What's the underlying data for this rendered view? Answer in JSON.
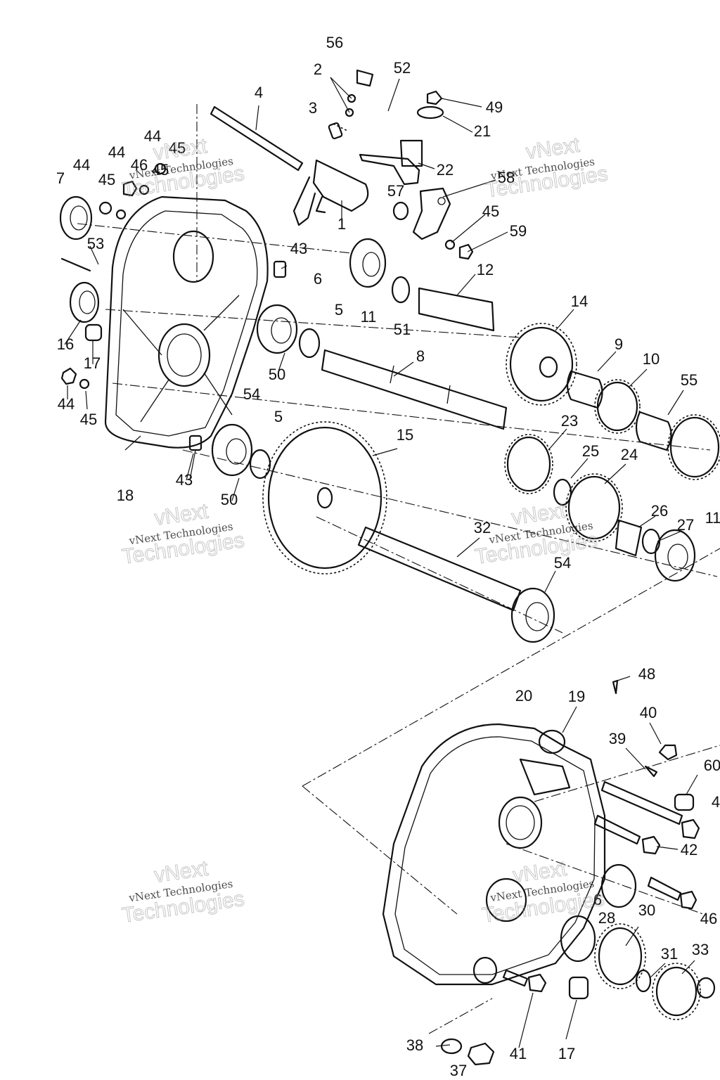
{
  "diagram": {
    "callouts": [
      {
        "id": "c56",
        "text": "56"
      },
      {
        "id": "c2",
        "text": "2"
      },
      {
        "id": "c52",
        "text": "52"
      },
      {
        "id": "c4",
        "text": "4"
      },
      {
        "id": "c3",
        "text": "3"
      },
      {
        "id": "c49",
        "text": "49"
      },
      {
        "id": "c21",
        "text": "21"
      },
      {
        "id": "c22",
        "text": "22"
      },
      {
        "id": "c44a",
        "text": "44"
      },
      {
        "id": "c45a",
        "text": "45"
      },
      {
        "id": "c44b",
        "text": "44"
      },
      {
        "id": "c46a",
        "text": "46"
      },
      {
        "id": "c45b",
        "text": "45"
      },
      {
        "id": "c44c",
        "text": "44"
      },
      {
        "id": "c7",
        "text": "7"
      },
      {
        "id": "c45c",
        "text": "45"
      },
      {
        "id": "c58",
        "text": "58"
      },
      {
        "id": "c57",
        "text": "57"
      },
      {
        "id": "c45d",
        "text": "45"
      },
      {
        "id": "c59",
        "text": "59"
      },
      {
        "id": "c1",
        "text": "1"
      },
      {
        "id": "c53",
        "text": "53"
      },
      {
        "id": "c43a",
        "text": "43"
      },
      {
        "id": "c12",
        "text": "12"
      },
      {
        "id": "c6a",
        "text": "6"
      },
      {
        "id": "c11a",
        "text": "11"
      },
      {
        "id": "c51",
        "text": "51"
      },
      {
        "id": "c5a",
        "text": "5"
      },
      {
        "id": "c14",
        "text": "14"
      },
      {
        "id": "c16",
        "text": "16"
      },
      {
        "id": "c17a",
        "text": "17"
      },
      {
        "id": "c9",
        "text": "9"
      },
      {
        "id": "c8",
        "text": "8"
      },
      {
        "id": "c50a",
        "text": "50"
      },
      {
        "id": "c10",
        "text": "10"
      },
      {
        "id": "c44d",
        "text": "44"
      },
      {
        "id": "c45e",
        "text": "45"
      },
      {
        "id": "c54a",
        "text": "54"
      },
      {
        "id": "c55",
        "text": "55"
      },
      {
        "id": "c5b",
        "text": "5"
      },
      {
        "id": "c15",
        "text": "15"
      },
      {
        "id": "c23",
        "text": "23"
      },
      {
        "id": "c25",
        "text": "25"
      },
      {
        "id": "c24",
        "text": "24"
      },
      {
        "id": "c43b",
        "text": "43"
      },
      {
        "id": "c18",
        "text": "18"
      },
      {
        "id": "c50b",
        "text": "50"
      },
      {
        "id": "c26",
        "text": "26"
      },
      {
        "id": "c27",
        "text": "27"
      },
      {
        "id": "c11b",
        "text": "11"
      },
      {
        "id": "c32",
        "text": "32"
      },
      {
        "id": "c54b",
        "text": "54"
      },
      {
        "id": "c48",
        "text": "48"
      },
      {
        "id": "c20",
        "text": "20"
      },
      {
        "id": "c19",
        "text": "19"
      },
      {
        "id": "c40",
        "text": "40"
      },
      {
        "id": "c39",
        "text": "39"
      },
      {
        "id": "c60",
        "text": "60"
      },
      {
        "id": "c4b",
        "text": "4"
      },
      {
        "id": "c42",
        "text": "42"
      },
      {
        "id": "c6b",
        "text": "6"
      },
      {
        "id": "c46b",
        "text": "46"
      },
      {
        "id": "c28",
        "text": "28"
      },
      {
        "id": "c30",
        "text": "30"
      },
      {
        "id": "c31",
        "text": "31"
      },
      {
        "id": "c33",
        "text": "33"
      },
      {
        "id": "c38",
        "text": "38"
      },
      {
        "id": "c41",
        "text": "41"
      },
      {
        "id": "c17b",
        "text": "17"
      },
      {
        "id": "c37",
        "text": "37"
      }
    ]
  },
  "watermark": {
    "small_text": "vNext Technologies",
    "outline_word_1": "vNext",
    "outline_word_2": "Technologies"
  }
}
